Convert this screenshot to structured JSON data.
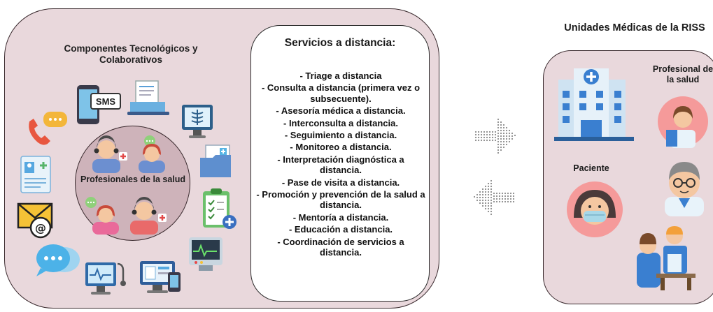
{
  "components": {
    "title": "Componentes Tecnológicos y Colaborativos",
    "center_label": "Profesionales de la salud",
    "sms_text": "SMS"
  },
  "services": {
    "title": "Servicios a distancia:",
    "items": [
      "- Triage a distancia",
      "- Consulta a distancia (primera vez o subsecuente).",
      "- Asesoría médica a distancia.",
      "- Interconsulta a distancia.",
      "- Seguimiento a distancia.",
      "- Monitoreo a distancia.",
      "- Interpretación diagnóstica a distancia.",
      "- Pase de visita a distancia.",
      "- Promoción y prevención de la salud a distancia.",
      "- Mentoría a distancia.",
      "- Educación a distancia.",
      "- Coordinación de servicios a distancia."
    ]
  },
  "units": {
    "title": "Unidades Médicas de la RISS",
    "professional_label": "Profesional de la salud",
    "patient_label": "Paciente"
  },
  "colors": {
    "panel": "#e9d8dc",
    "circle": "#ceb3ba",
    "dots": "#8a8a8a"
  }
}
